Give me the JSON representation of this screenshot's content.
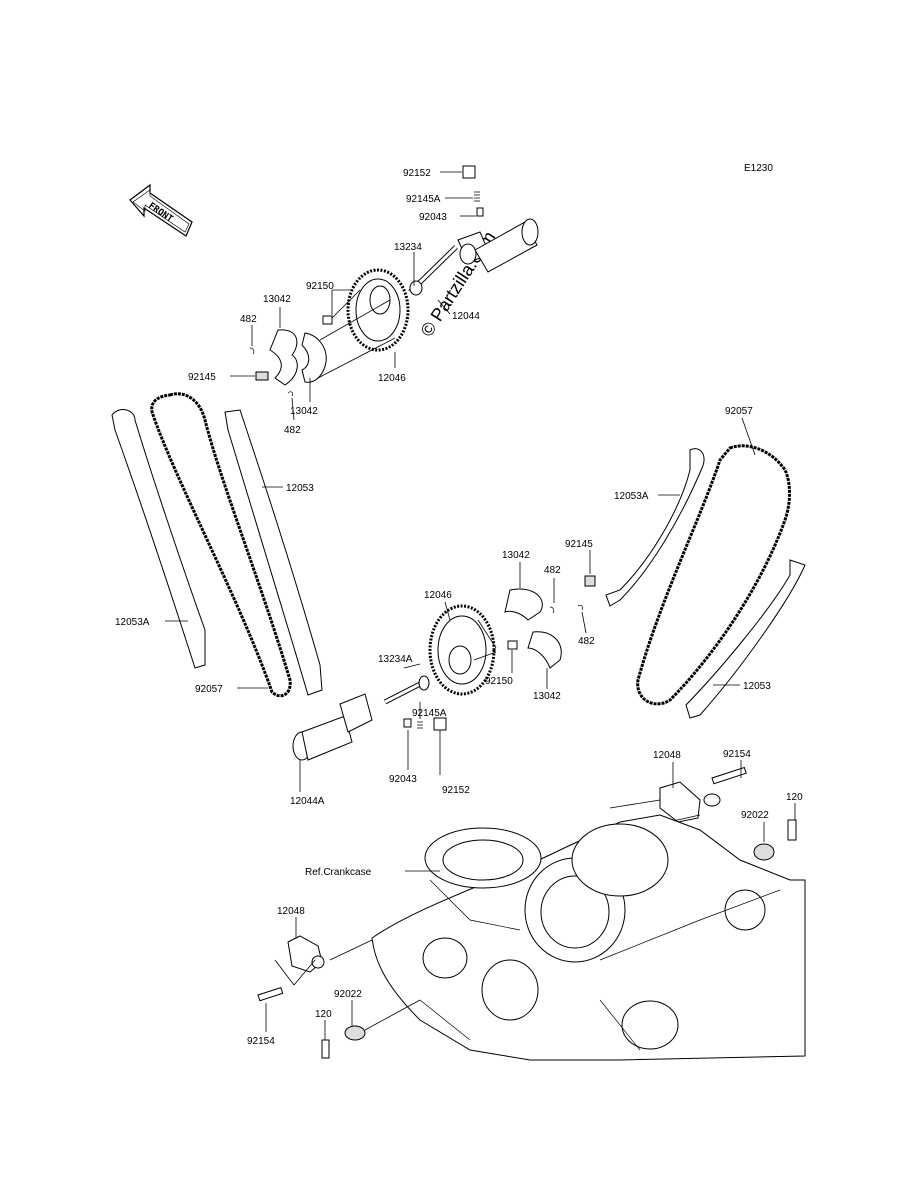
{
  "diagram_code": "E1230",
  "front_label": "FRONT",
  "watermark": "© Partzilla.com",
  "parts": {
    "p92152_top": "92152",
    "p92145A_top": "92145A",
    "p92043_top": "92043",
    "p13234": "13234",
    "p12044": "12044",
    "p92150_top": "92150",
    "p13042_top_a": "13042",
    "p482_top_a": "482",
    "p92145_top": "92145",
    "p13042_top_b": "13042",
    "p482_top_b": "482",
    "p12046_top": "12046",
    "p12053_left": "12053",
    "p12053A_left": "12053A",
    "p92057_left": "92057",
    "p92057_right": "92057",
    "p12053A_right": "12053A",
    "p92145_right": "92145",
    "p13042_mid_a": "13042",
    "p482_mid_a": "482",
    "p482_mid_b": "482",
    "p12046_mid": "12046",
    "p13234A": "13234A",
    "p92150_mid": "92150",
    "p13042_mid_b": "13042",
    "p12053_right": "12053",
    "p92145A_mid": "92145A",
    "p92043_mid": "92043",
    "p92152_mid": "92152",
    "p12044A": "12044A",
    "p12048_right": "12048",
    "p92154_right": "92154",
    "p92022_right": "92022",
    "p120_right": "120",
    "ref_crankcase": "Ref.Crankcase",
    "p12048_left": "12048",
    "p92154_left": "92154",
    "p92022_left": "92022",
    "p120_left": "120"
  }
}
